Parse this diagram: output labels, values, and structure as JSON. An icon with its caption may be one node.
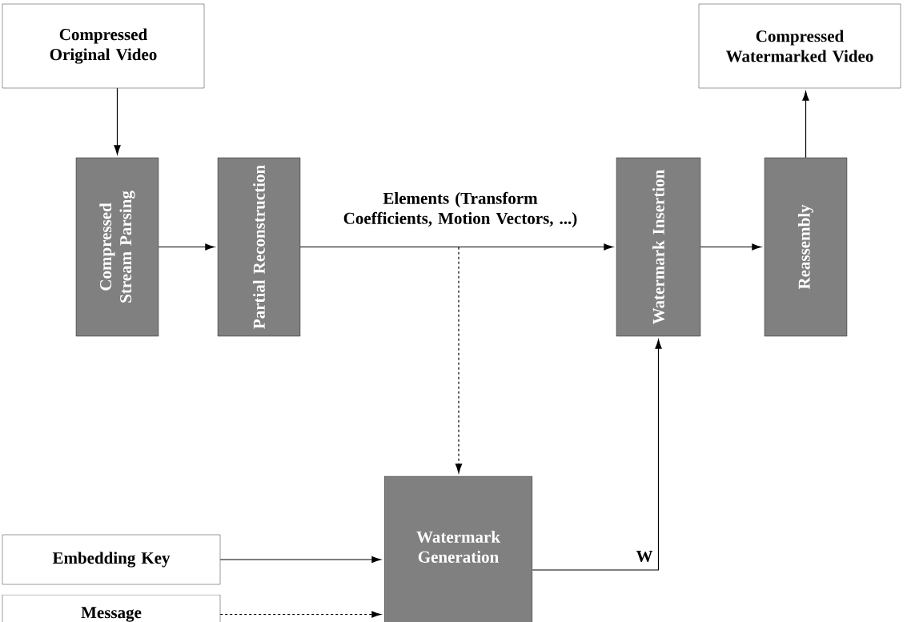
{
  "diagram": {
    "nodes": [
      {
        "text": [
          "Compressed Original Video"
        ]
      },
      {
        "text": [
          "Compressed Stream Parsing"
        ]
      },
      {
        "text": [
          "Partial Reconstruction"
        ]
      },
      {
        "text": [
          "Watermark Insertion"
        ]
      },
      {
        "text": [
          "Reassembly"
        ]
      },
      {
        "text": [
          "Compressed Watermarked Video"
        ]
      },
      {
        "text": [
          "Embedding Key"
        ]
      },
      {
        "text": [
          "Message"
        ]
      },
      {
        "text": [
          "Watermark Generation"
        ]
      }
    ],
    "edges": [
      {
        "from": 0,
        "to": 1,
        "arrow": "to"
      },
      {
        "from": 1,
        "to": 2,
        "arrow": "to"
      },
      {
        "from": 2,
        "to": 3,
        "arrow": "to",
        "label": "Elements (Transform Coefficients, Motion Vectors, ...)"
      },
      {
        "from": 2,
        "to": 8,
        "arrow": "to",
        "style": "dashed"
      },
      {
        "from": 3,
        "to": 4,
        "arrow": "to"
      },
      {
        "from": 4,
        "to": 5,
        "arrow": "to"
      },
      {
        "from": 6,
        "to": 8,
        "arrow": "to"
      },
      {
        "from": 7,
        "to": 8,
        "arrow": "to",
        "style": "dashed"
      },
      {
        "from": 8,
        "to": 3,
        "arrow": "to",
        "label": "W"
      }
    ]
  }
}
